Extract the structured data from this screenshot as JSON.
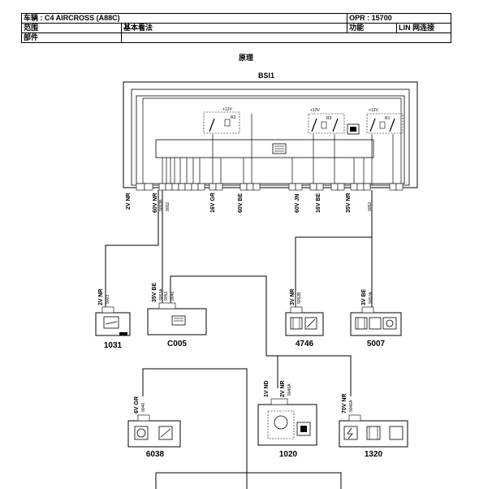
{
  "header": {
    "vehicle": "车辆 : C4 AIRCROSS (A88C)",
    "opr": "OPR : 15700",
    "scope_label": "范围",
    "scope_value": "基本看法",
    "function_label": "功能",
    "function_value": "LIN 网连接",
    "part_label": "部件",
    "part_value": ""
  },
  "diagram": {
    "section_title": "原理",
    "bsi_title": "BSI1",
    "relays": [
      "R2",
      "R3",
      "R1"
    ],
    "supply": "+12V",
    "connectors": [
      "2V NR",
      "60V NR",
      "16V GR",
      "60V BE",
      "60V JN",
      "16V BE",
      "35V NR"
    ],
    "wires": {
      "w9003": "9003",
      "w9053B": "9053B",
      "w9052": "9052",
      "w9046": "9046",
      "w9052b": "9052"
    },
    "components": [
      {
        "id": "1031",
        "conn": "2V NR",
        "wire": "9003"
      },
      {
        "id": "C005",
        "conn": "35V BE",
        "wire1": "9053A",
        "wire2": "9052",
        "wire3": "9046"
      },
      {
        "id": "4746",
        "conn": "3V NR",
        "wire": "9052B"
      },
      {
        "id": "5007",
        "conn": "3V BE",
        "wire": "9052A"
      },
      {
        "id": "6038",
        "conn": "6V GR",
        "wire": "9046"
      },
      {
        "id": "1020",
        "conn1": "1V ND",
        "conn2": "2V NR",
        "wire": "9046A"
      },
      {
        "id": "1320",
        "conn": "70V NR",
        "wire": "9046A"
      }
    ]
  }
}
